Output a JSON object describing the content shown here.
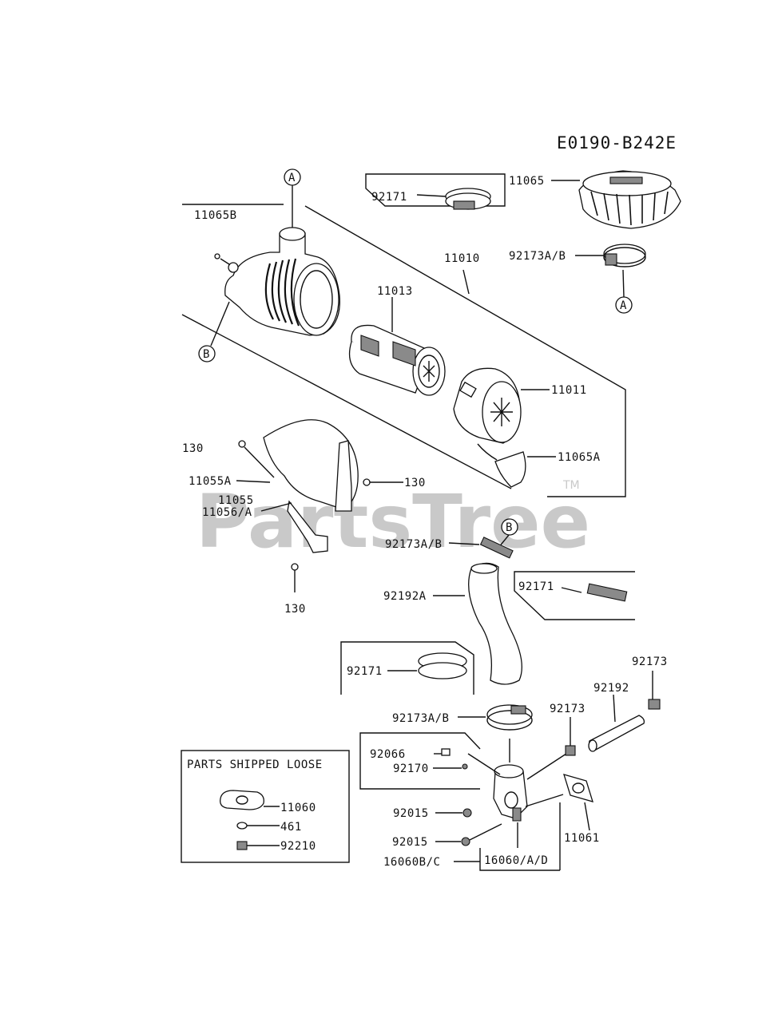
{
  "diagram_code": "E0190-B242E",
  "watermark": "PartsTree",
  "watermark_mark": "TM",
  "loose_box_title": "PARTS SHIPPED LOOSE",
  "callouts": {
    "A": "A",
    "B": "B"
  },
  "labels": {
    "p11065B": "11065B",
    "p92171_top": "92171",
    "p11065": "11065",
    "p92173AB_top": "92173A/B",
    "p11010": "11010",
    "p11013": "11013",
    "p11011": "11011",
    "p11065A": "11065A",
    "p130_a": "130",
    "p11055A": "11055A",
    "p130_b": "130",
    "p11055": "11055",
    "p11056A": "11056/A",
    "p130_c": "130",
    "p92173AB_mid": "92173A/B",
    "p92192A": "92192A",
    "p92171_mid": "92171",
    "p92171_low": "92171",
    "p92173_right": "92173",
    "p92192": "92192",
    "p92173_mid": "92173",
    "p92173AB_low": "92173A/B",
    "p92066": "92066",
    "p92170": "92170",
    "p92015_a": "92015",
    "p92015_b": "92015",
    "p11061": "11061",
    "p16060AD": "16060/A/D",
    "p16060BC": "16060B/C",
    "p11060": "11060",
    "p461": "461",
    "p92210": "92210"
  }
}
